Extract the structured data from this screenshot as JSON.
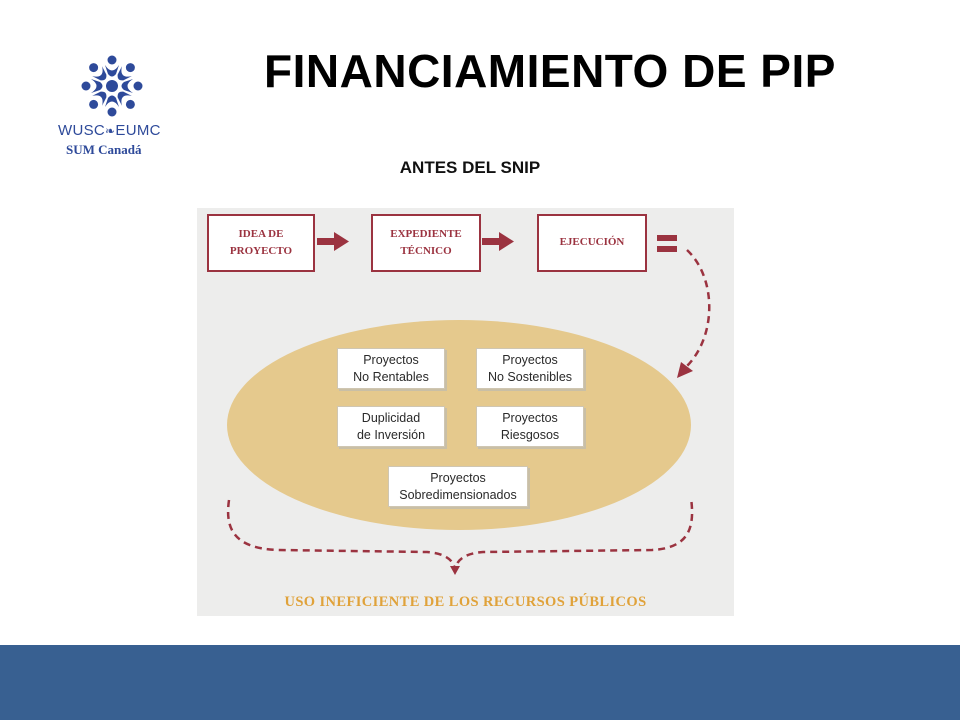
{
  "logo": {
    "name_left": "WUSC",
    "name_right": "EUMC",
    "leaf": "❧",
    "subtitle": "SUM Canadá"
  },
  "title": "FINANCIAMIENTO DE PIP",
  "subtitle": "ANTES DEL SNIP",
  "diagram": {
    "steps": [
      "IDEA DE\nPROYECTO",
      "EXPEDIENTE\nTÉCNICO",
      "EJECUCIÓN"
    ],
    "problems": [
      "Proyectos\nNo Rentables",
      "Proyectos\nNo Sostenibles",
      "Duplicidad\nde Inversión",
      "Proyectos\nRiesgosos",
      "Proyectos\nSobredimensionados"
    ],
    "result": "USO INEFICIENTE DE LOS RECURSOS PÚBLICOS"
  },
  "colors": {
    "accent_red": "#9b3340",
    "ellipse": "#e5c98d",
    "band": "#386091",
    "result_text": "#e0a23a",
    "logo_blue": "#2e4a9a"
  }
}
